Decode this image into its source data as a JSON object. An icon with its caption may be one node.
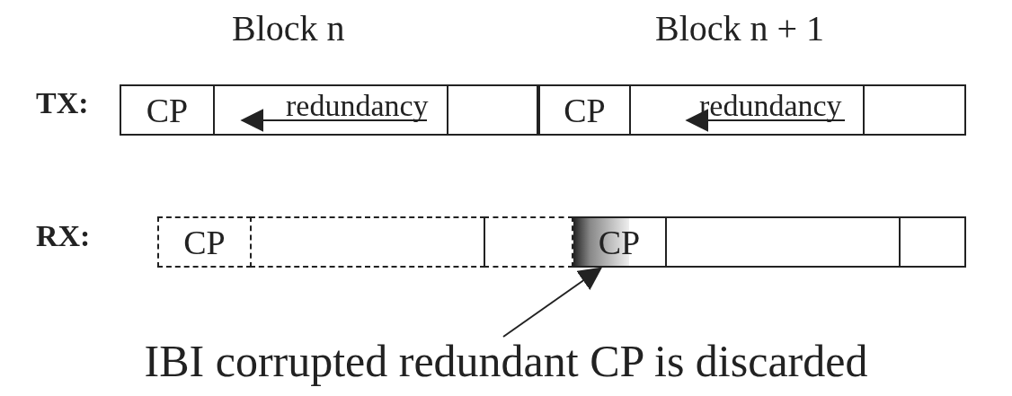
{
  "diagram": {
    "nodes": [
      {
        "text": [
          "Block n"
        ]
      },
      {
        "text": [
          "CP"
        ],
        "in": 0
      },
      {
        "text": [],
        "shape": "box",
        "in": 0
      },
      {
        "text": [
          "Block n + 1"
        ]
      },
      {
        "text": [
          "CP"
        ],
        "in": 3
      },
      {
        "text": [],
        "shape": "box",
        "in": 3
      },
      {
        "text": [
          "CP"
        ]
      },
      {
        "text": [],
        "shape": "box"
      },
      {
        "text": [],
        "shape": "box"
      },
      {
        "text": [
          "CP"
        ]
      },
      {
        "text": [],
        "shape": "box"
      },
      {
        "text": [],
        "shape": "box"
      },
      {
        "text": [
          "IBI corrupted redundant CP is discarded"
        ]
      }
    ],
    "edges": [
      {
        "from": 12,
        "to": 9,
        "arrow": "to"
      }
    ],
    "labels": [
      "TX:",
      "redundancy",
      "redundancy",
      "RX:"
    ]
  }
}
